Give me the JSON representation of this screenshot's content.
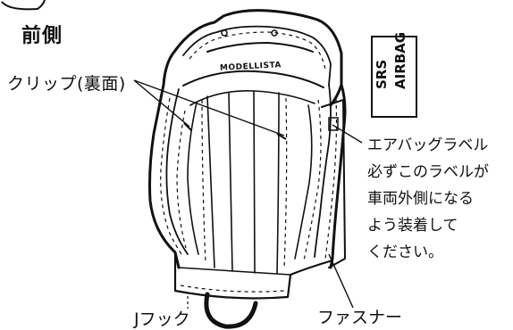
{
  "labels": {
    "front": "前側",
    "clip": "クリップ(裏面)",
    "airbag_label": "エアバッグラベル",
    "instruction": "必ずこのラベルが\n車両外側になる\nよう装着して\nください。",
    "j_hook": "Jフック",
    "fastener": "ファスナー"
  },
  "tag": {
    "line1": "SRS",
    "line2": "AIRBAG"
  },
  "brand_text": "MODELLISTA",
  "colors": {
    "ink": "#111111",
    "background": "#ffffff"
  }
}
